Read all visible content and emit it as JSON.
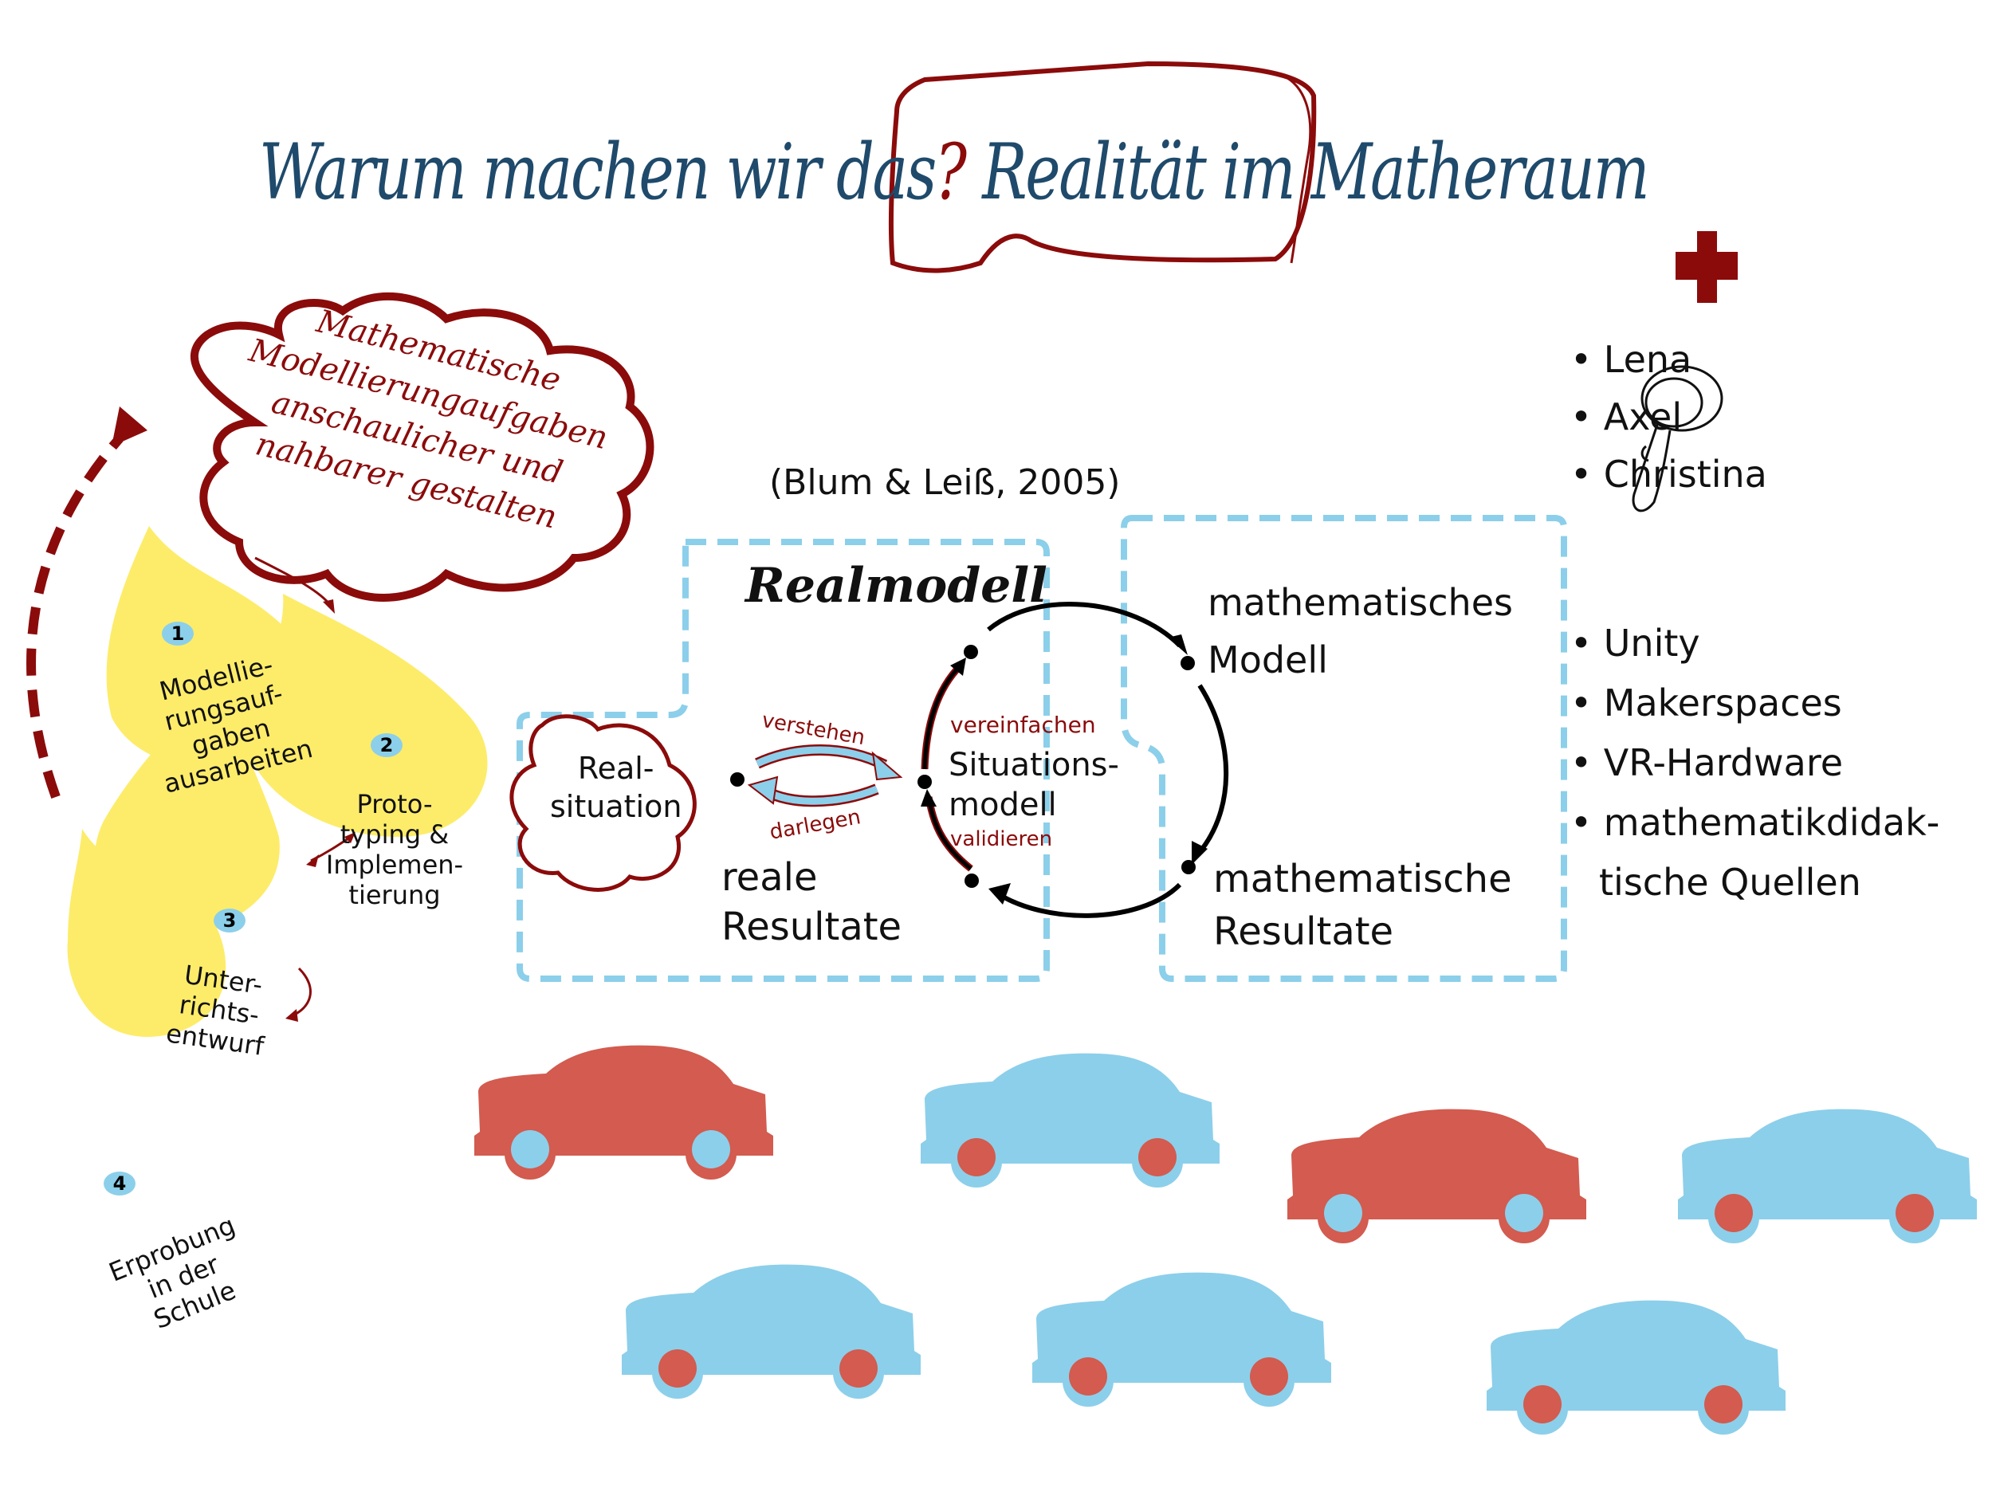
{
  "title": {
    "part1": "Warum machen wir ",
    "highlight": "das",
    "question_mark": "?",
    "part2": " Realität im Matheraum"
  },
  "goal_cloud": {
    "lines": [
      "Mathematische",
      "Modellierungaufgaben",
      "anschaulicher und",
      "nahbarer gestalten"
    ]
  },
  "process_steps": [
    {
      "number": "1",
      "label_lines": [
        "Modellie-",
        "rungsauf-",
        "gaben",
        "ausarbeiten"
      ]
    },
    {
      "number": "2",
      "label_lines": [
        "Proto-",
        "typing &",
        "Implemen-",
        "tierung"
      ]
    },
    {
      "number": "3",
      "label_lines": [
        "Unter-",
        "richts-",
        "entwurf"
      ]
    },
    {
      "number": "4",
      "label_lines": [
        "Erprobung",
        "in der",
        "Schule"
      ]
    }
  ],
  "model": {
    "citation": "(Blum & Leiß, 2005)",
    "realmodell_title": "Realmodell",
    "realsituation": [
      "Real-",
      "situation"
    ],
    "verb_understand": "verstehen",
    "verb_present": "darlegen",
    "situationsmodell": [
      "Situations-",
      "modell"
    ],
    "verb_simplify": "vereinfachen",
    "verb_validate": "validieren",
    "reale_resultate": [
      "reale",
      "Resultate"
    ],
    "math_modell": [
      "mathematisches",
      "Modell"
    ],
    "math_resultate": [
      "mathematische",
      "Resultate"
    ]
  },
  "plus_list": {
    "people": [
      "Lena",
      "Axel",
      "Christina"
    ],
    "resources": [
      "Unity",
      "Makerspaces",
      "VR-Hardware",
      "mathematikdidak-",
      "tische Quellen"
    ]
  },
  "cars": [
    {
      "body": "red",
      "wheels": "blue"
    },
    {
      "body": "blue",
      "wheels": "red"
    },
    {
      "body": "red",
      "wheels": "blue"
    },
    {
      "body": "blue",
      "wheels": "red"
    },
    {
      "body": "blue",
      "wheels": "red"
    },
    {
      "body": "blue",
      "wheels": "red"
    },
    {
      "body": "blue",
      "wheels": "red"
    }
  ],
  "colors": {
    "title_blue": "#1f4a6b",
    "dark_red": "#8b0b0b",
    "light_blue": "#8ccfea",
    "yellow": "#fdec6a",
    "car_red": "#d35b4f"
  }
}
